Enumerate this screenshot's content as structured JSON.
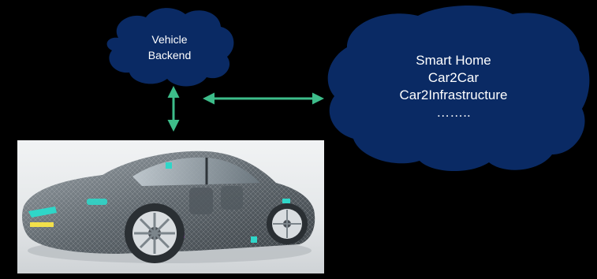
{
  "diagram": {
    "backend_cloud": {
      "lines": [
        "Vehicle",
        "Backend"
      ]
    },
    "services_cloud": {
      "lines": [
        "Smart Home",
        "Car2Car",
        "Car2Infrastructure",
        "…….."
      ]
    },
    "colors": {
      "background": "#000000",
      "cloud_fill": "#0a2a64",
      "arrow": "#3dbd8a",
      "text": "#ffffff"
    },
    "car_image": {
      "description_icon": "transparent-car-icon"
    }
  }
}
